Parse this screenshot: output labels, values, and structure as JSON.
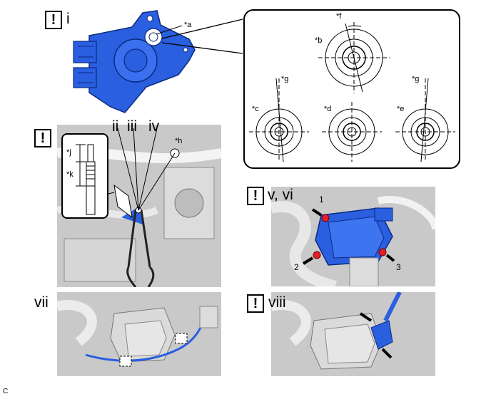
{
  "steps": {
    "i": "i",
    "ii": "ii",
    "iii": "iii",
    "iv": "iv",
    "v_vi": "v, vi",
    "vii": "vii",
    "viii": "viii"
  },
  "caution_mark": "!",
  "callouts": {
    "a": "*a",
    "b": "*b",
    "c": "*c",
    "d": "*d",
    "e": "*e",
    "f": "*f",
    "g1": "*g",
    "g2": "*g",
    "h": "*h",
    "j": "*j",
    "k": "*k"
  },
  "bolt_numbers": [
    "1",
    "2",
    "3"
  ],
  "figure_code": "C",
  "colors": {
    "part_blue": "#2a5fe0",
    "bolt_red": "#e0202a",
    "engine_gray": "#c9c9c9",
    "detail_border": "#000000"
  }
}
